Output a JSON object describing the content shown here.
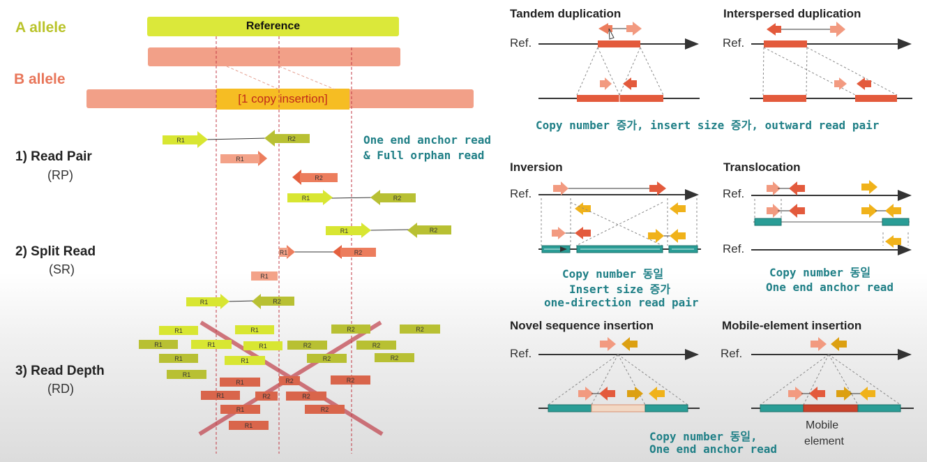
{
  "left": {
    "a_allele": "A allele",
    "b_allele": "B allele",
    "reference": "Reference",
    "insertion": "[1 copy insertion]",
    "rp": "1) Read Pair",
    "rp_abbr": "(RP)",
    "sr": "2) Split Read",
    "sr_abbr": "(SR)",
    "rd": "3) Read Depth",
    "rd_abbr": "(RD)",
    "anchor_line1": "One end anchor read",
    "anchor_line2": "& Full orphan read",
    "r1": "R1",
    "r2": "R2"
  },
  "panels": {
    "tandem": "Tandem duplication",
    "interspersed": "Interspersed duplication",
    "inversion": "Inversion",
    "translocation": "Translocation",
    "novel": "Novel sequence insertion",
    "mobile": "Mobile-element insertion",
    "ref": "Ref.",
    "mobile_label_1": "Mobile",
    "mobile_label_2": "element"
  },
  "captions": {
    "dup": "Copy number 증가, insert size 증가, outward read pair",
    "inv_1": "Copy number 동일",
    "inv_2": "Insert size 증가",
    "inv_3": "one-direction read pair",
    "trans_1": "Copy number 동일",
    "trans_2": "One end anchor read",
    "ins_1": "Copy number 동일,",
    "ins_2": "One end anchor read"
  },
  "colors": {
    "a_allele": "#b9c32a",
    "b_allele": "#e8765a",
    "reference_bar": "#dbe83a",
    "b_bar": "#f2a088",
    "insertion_box": "#f6bd23",
    "teal_text": "#1f7f86"
  }
}
